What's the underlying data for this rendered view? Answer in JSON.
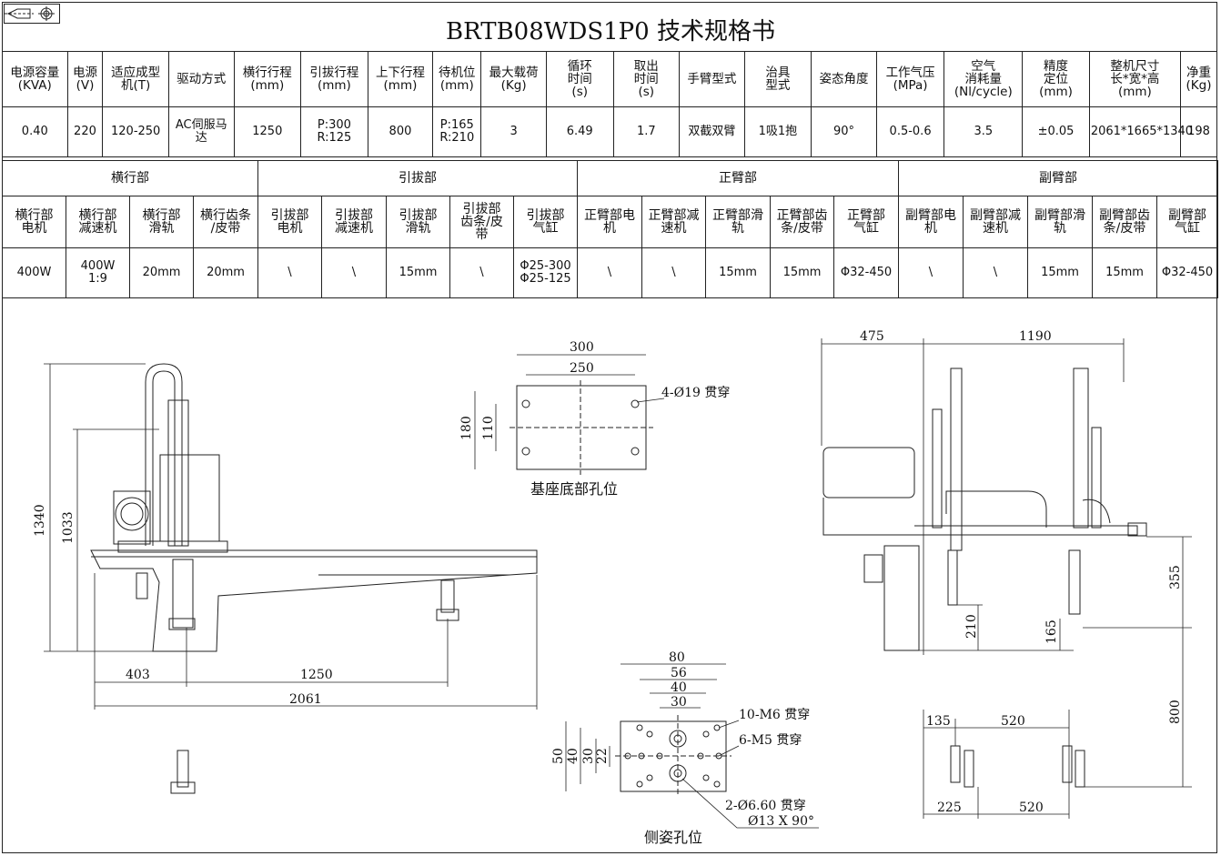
{
  "title": "BRTB08WDS1P0 技术规格书",
  "spec_headers": [
    "电源容量\n(KVA)",
    "电源\n(V)",
    "适应成型\n机(T)",
    "驱动方式",
    "横行行程\n(mm)",
    "引拔行程\n(mm)",
    "上下行程\n(mm)",
    "待机位\n(mm)",
    "最大载荷\n(Kg)",
    "循环\n时间\n(s)",
    "取出\n时间\n(s)",
    "手臂型式",
    "治具\n型式",
    "姿态角度",
    "工作气压\n(MPa)",
    "空气\n消耗量\n(Nl/cycle)",
    "精度\n定位\n(mm)",
    "整机尺寸\n长*宽*高\n(mm)",
    "净重\n(Kg)"
  ],
  "spec_values": [
    "0.40",
    "220",
    "120-250",
    "AC伺服马\n达",
    "1250",
    "P:300\nR:125",
    "800",
    "P:165\nR:210",
    "3",
    "6.49",
    "1.7",
    "双截双臂",
    "1吸1抱",
    "90°",
    "0.5-0.6",
    "3.5",
    "±0.05",
    "2061*1665*1340",
    "198"
  ],
  "groups": [
    "横行部",
    "引拔部",
    "正臂部",
    "副臂部"
  ],
  "sub_headers": [
    "横行部\n电机",
    "横行部\n减速机",
    "横行部\n滑轨",
    "横行齿条\n/皮带",
    "引拔部\n电机",
    "引拔部\n减速机",
    "引拔部\n滑轨",
    "引拔部\n齿条/皮\n带",
    "引拔部\n气缸",
    "正臂部电\n机",
    "正臂部减\n速机",
    "正臂部滑\n轨",
    "正臂部齿\n条/皮带",
    "正臂部\n气缸",
    "副臂部电\n机",
    "副臂部减\n速机",
    "副臂部滑\n轨",
    "副臂部齿\n条/皮带",
    "副臂部\n气缸"
  ],
  "sub_values": [
    "400W",
    "400W\n1:9",
    "20mm",
    "20mm",
    "\\",
    "\\",
    "15mm",
    "\\",
    "Φ25-300\nΦ25-125",
    "\\",
    "\\",
    "15mm",
    "15mm",
    "Φ32-450",
    "\\",
    "\\",
    "15mm",
    "15mm",
    "Φ32-450"
  ],
  "drawing": {
    "front_dims": {
      "overall_height": "1340",
      "vertical": "1033",
      "left_offset": "403",
      "stroke": "1250",
      "overall_length": "2061"
    },
    "base_holes": {
      "width_outer": "300",
      "width_inner": "250",
      "height_outer": "180",
      "height_inner": "110",
      "note": "4-Ø19 贯穿",
      "caption": "基座底部孔位"
    },
    "side_dims": {
      "left": "475",
      "right": "1190",
      "h355": "355",
      "h210": "210",
      "h165": "165",
      "h800": "800",
      "d135": "135",
      "d520a": "520",
      "d225": "225",
      "d520b": "520"
    },
    "plate": {
      "w80": "80",
      "w56": "56",
      "w40": "40",
      "w30": "30",
      "h50": "50",
      "h40": "40",
      "h30": "30",
      "h22": "22",
      "note1": "10-M6 贯穿",
      "note2": "6-M5 贯穿",
      "note3": "2-Ø6.60 贯穿",
      "note4": "Ø13 X 90°",
      "caption": "侧姿孔位"
    }
  }
}
